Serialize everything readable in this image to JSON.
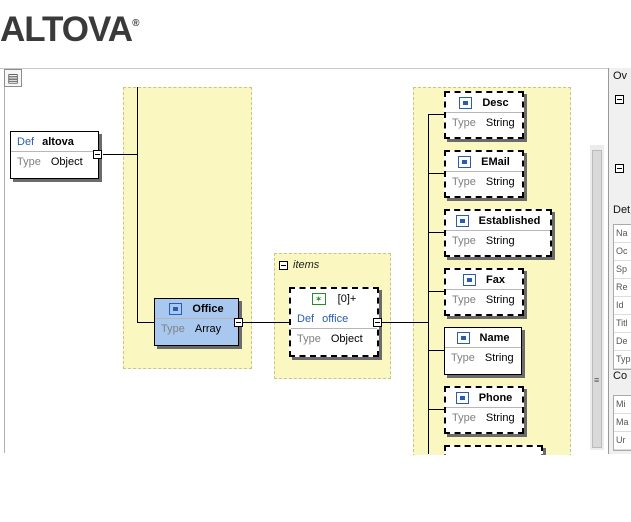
{
  "brand": {
    "logo_text": "ALTOVA",
    "logo_mark": "®"
  },
  "root_node": {
    "def_key": "Def",
    "name": "altova",
    "type_key": "Type",
    "type_value": "Object"
  },
  "office_node": {
    "name": "Office",
    "type_key": "Type",
    "type_value": "Array"
  },
  "items_group": {
    "label": "items"
  },
  "array_item": {
    "index": "[0]+",
    "def_key": "Def",
    "name": "office",
    "type_key": "Type",
    "type_value": "Object"
  },
  "properties": [
    {
      "name": "Desc",
      "type_key": "Type",
      "type_value": "String"
    },
    {
      "name": "EMail",
      "type_key": "Type",
      "type_value": "String"
    },
    {
      "name": "Established",
      "type_key": "Type",
      "type_value": "String"
    },
    {
      "name": "Fax",
      "type_key": "Type",
      "type_value": "String"
    },
    {
      "name": "Name",
      "type_key": "Type",
      "type_value": "String"
    },
    {
      "name": "Phone",
      "type_key": "Type",
      "type_value": "String"
    }
  ],
  "right_panel": {
    "tabs": [
      "Ov",
      "Det",
      "Co"
    ],
    "details_rows": [
      "Na",
      "Oc",
      "Sp",
      "Re",
      "Id",
      "Titl",
      "De",
      "Typ"
    ],
    "constraint_rows": [
      "Mi",
      "Ma",
      "Ur"
    ]
  },
  "colors": {
    "band": "#fbf7c0",
    "office_fill": "#a9c8ef",
    "keyword": "#2a5db0"
  }
}
